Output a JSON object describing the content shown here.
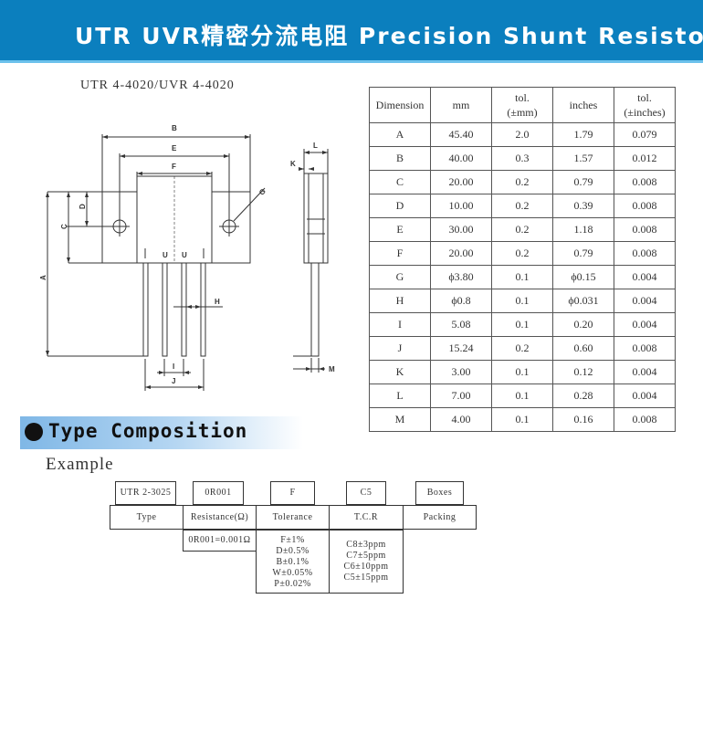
{
  "header": {
    "title": "UTR UVR精密分流电阻 Precision Shunt Resistors"
  },
  "model": "UTR 4-4020/UVR 4-4020",
  "drawing": {
    "labels": {
      "A": "A",
      "B": "B",
      "C": "C",
      "D": "D",
      "E": "E",
      "F": "F",
      "G": "G",
      "H": "H",
      "I": "I",
      "J": "J",
      "K": "K",
      "L": "L",
      "M": "M",
      "U1": "U",
      "U2": "U"
    }
  },
  "table": {
    "headers": [
      {
        "l1": "",
        "l2": "Dimension"
      },
      {
        "l1": "",
        "l2": "mm"
      },
      {
        "l1": "tol.",
        "l2": "(±mm)"
      },
      {
        "l1": "",
        "l2": "inches"
      },
      {
        "l1": "tol.",
        "l2": "(±inches)"
      }
    ],
    "rows": [
      [
        "A",
        "45.40",
        "2.0",
        "1.79",
        "0.079"
      ],
      [
        "B",
        "40.00",
        "0.3",
        "1.57",
        "0.012"
      ],
      [
        "C",
        "20.00",
        "0.2",
        "0.79",
        "0.008"
      ],
      [
        "D",
        "10.00",
        "0.2",
        "0.39",
        "0.008"
      ],
      [
        "E",
        "30.00",
        "0.2",
        "1.18",
        "0.008"
      ],
      [
        "F",
        "20.00",
        "0.2",
        "0.79",
        "0.008"
      ],
      [
        "G",
        "ϕ3.80",
        "0.1",
        "ϕ0.15",
        "0.004"
      ],
      [
        "H",
        "ϕ0.8",
        "0.1",
        "ϕ0.031",
        "0.004"
      ],
      [
        "I",
        "5.08",
        "0.1",
        "0.20",
        "0.004"
      ],
      [
        "J",
        "15.24",
        "0.2",
        "0.60",
        "0.008"
      ],
      [
        "K",
        "3.00",
        "0.1",
        "0.12",
        "0.004"
      ],
      [
        "L",
        "7.00",
        "0.1",
        "0.28",
        "0.004"
      ],
      [
        "M",
        "4.00",
        "0.1",
        "0.16",
        "0.008"
      ]
    ]
  },
  "section": {
    "title": "Type Composition"
  },
  "example": {
    "title": "Example",
    "values": [
      "UTR 2-3025",
      "0R001",
      "F",
      "C5",
      "Boxes"
    ],
    "labels": [
      "Type",
      "Resistance(Ω)",
      "Tolerance",
      "T.C.R",
      "Packing"
    ],
    "resistance_desc": [
      "0R001=0.001Ω"
    ],
    "tolerance_desc": [
      "F±1%",
      "D±0.5%",
      "B±0.1%",
      "W±0.05%",
      "P±0.02%"
    ],
    "tcr_desc": [
      "C8±3ppm",
      "C7±5ppm",
      "C6±10ppm",
      "C5±15ppm"
    ]
  }
}
